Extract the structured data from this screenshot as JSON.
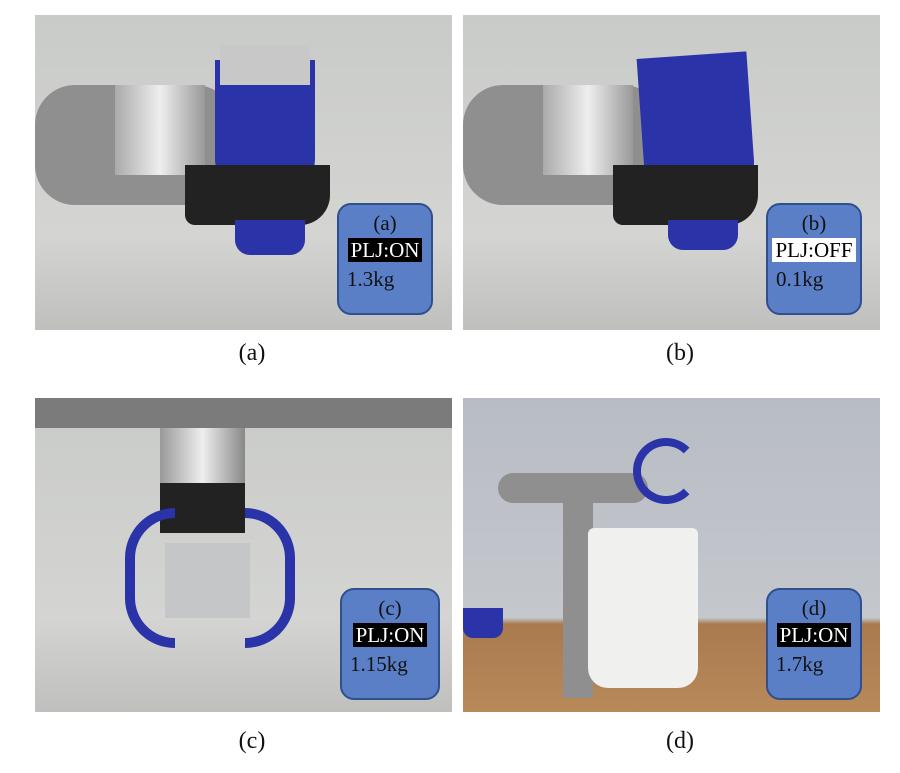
{
  "panels": [
    {
      "id": "a",
      "overlay_label": "(a)",
      "plj": "PLJ:ON",
      "mass": "1.3kg",
      "caption": "(a)"
    },
    {
      "id": "b",
      "overlay_label": "(b)",
      "plj": "PLJ:OFF",
      "mass": "0.1kg",
      "caption": "(b)"
    },
    {
      "id": "c",
      "overlay_label": "(c)",
      "plj": "PLJ:ON",
      "mass": "1.15kg",
      "caption": "(c)"
    },
    {
      "id": "d",
      "overlay_label": "(d)",
      "plj": "PLJ:ON",
      "mass": "1.7kg",
      "caption": "(d)"
    }
  ],
  "colors": {
    "overlay_box": "#5a7fc6",
    "overlay_border": "#2f4f8f",
    "gripper_blue": "#2a33a8"
  }
}
